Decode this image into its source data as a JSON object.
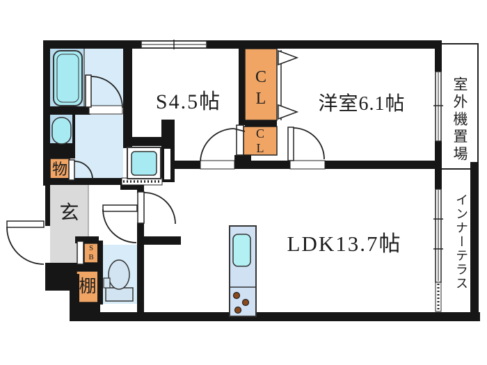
{
  "floorplan": {
    "rooms": {
      "s_room": "S4.5帖",
      "western_room": "洋室6.1帖",
      "ldk": "LDK13.7帖",
      "entrance": "玄",
      "storage": "物",
      "shelf": "棚",
      "outdoor_unit_area": "室外機置場",
      "inner_terrace": "インナーテラス"
    },
    "closet_upper": {
      "line1": "C",
      "line2": "L"
    },
    "closet_lower": {
      "line1": "C",
      "line2": "L"
    },
    "shoe_box": {
      "line1": "S",
      "line2": "B"
    },
    "fixture_names": [
      "bathtub",
      "washbasin",
      "washing-machine-pan",
      "toilet",
      "kitchen-counter",
      "kitchen-sink",
      "stove-burners",
      "window",
      "sliding-door",
      "door-swing-arc",
      "folding-closet-door"
    ],
    "colors": {
      "wall": "#161616",
      "room_pale_blue": "#d7ecf8",
      "room_medium_blue": "#b9dbee",
      "fixture_cyan": "#a7eaf2",
      "kitchen_counter_blue": "#cfe1f3",
      "kitchen_sink_cyan": "#b2f0f3",
      "toilet_fixture_blue": "#d2e4f2",
      "closet_orange": "#f0a565",
      "entrance_gray": "#dadada",
      "burner_brown": "#8b4a1e"
    }
  }
}
